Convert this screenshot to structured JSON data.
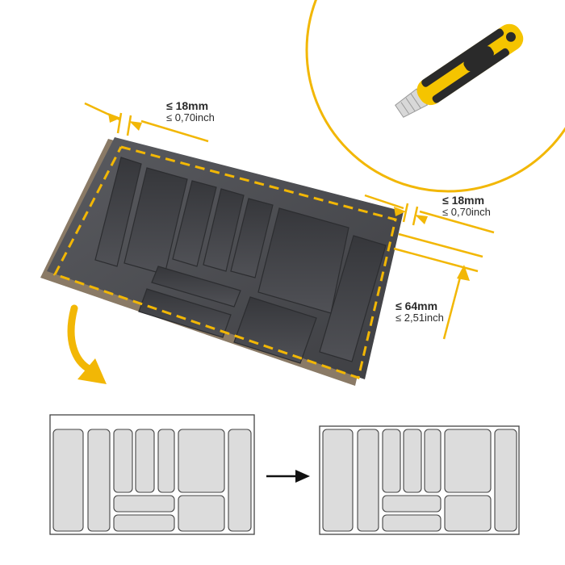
{
  "colors": {
    "accent": "#f2b705",
    "tray": "#4a4b4f",
    "tray_dark": "#323336",
    "edge": "#8a7a66",
    "plan_fill": "#dcdcdc",
    "plan_stroke": "#444444"
  },
  "dimensions": {
    "side_top": {
      "main": "≤ 18mm",
      "sub": "≤ 0,70inch"
    },
    "side_right": {
      "main": "≤ 18mm",
      "sub": "≤ 0,70inch"
    },
    "height": {
      "main": "≤ 64mm",
      "sub": "≤ 2,51inch"
    }
  },
  "icons": {
    "cutter": "utility-knife-icon",
    "curve_arrow": "curved-arrow-icon",
    "transform_arrow": "right-arrow-icon"
  }
}
